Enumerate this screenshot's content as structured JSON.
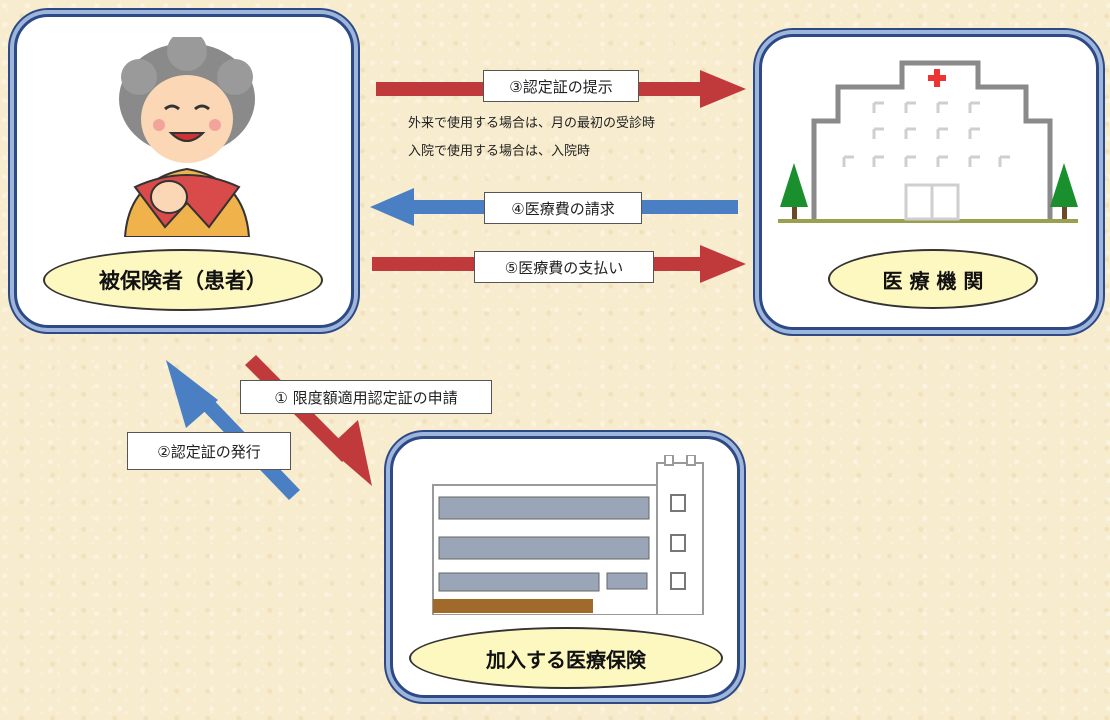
{
  "nodes": {
    "patient": "被保険者（患者）",
    "hospital": "医 療 機 関",
    "insurer": "加入する医療保険"
  },
  "steps": {
    "step1": "①  限度額適用認定証の申請",
    "step2": "②認定証の発行",
    "step3": "③認定証の提示",
    "step4": "④医療費の請求",
    "step5": "⑤医療費の支払い"
  },
  "notes": {
    "outpatient": "外来で使用する場合は、月の最初の受診時",
    "inpatient": "入院で使用する場合は、入院時"
  },
  "colors": {
    "red_arrow": "#c0393b",
    "blue_arrow": "#4a7fc4",
    "panel_border": "#2e4a86"
  }
}
